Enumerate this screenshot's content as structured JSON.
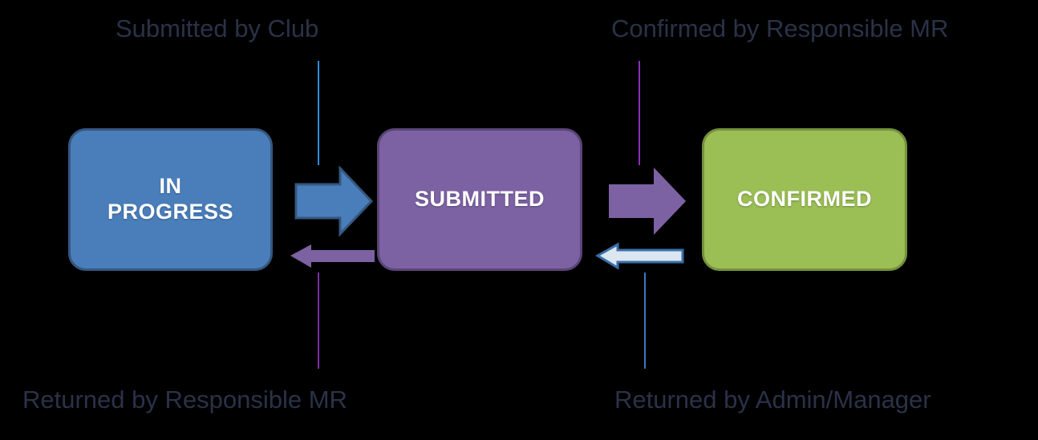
{
  "diagram": {
    "title": "Club submission workflow state diagram",
    "background_color": "#000000",
    "states": [
      {
        "id": "in-progress",
        "label": "IN\nPROGRESS",
        "label_line1": "IN",
        "label_line2": "PROGRESS",
        "fill": "#4A7EBB",
        "border": "#35577F",
        "text_color": "#FFFFFF"
      },
      {
        "id": "submitted",
        "label": "SUBMITTED",
        "fill": "#7C62A3",
        "border": "#5B4477",
        "text_color": "#FFFFFF"
      },
      {
        "id": "confirmed",
        "label": "CONFIRMED",
        "fill": "#9BBE55",
        "border": "#74913C",
        "text_color": "#FFFFFF"
      }
    ],
    "transitions": [
      {
        "id": "submitted-by-club",
        "caption": "Submitted by Club",
        "from": "in-progress",
        "to": "submitted",
        "direction": "right",
        "arrow_fill": "#4A7EBB",
        "arrow_border": "#35577F",
        "connector_color": "#2E8BE0",
        "caption_position": "top-left"
      },
      {
        "id": "confirmed-by-responsible-mr",
        "caption": "Confirmed by Responsible MR",
        "from": "submitted",
        "to": "confirmed",
        "direction": "right",
        "arrow_fill": "#7C62A3",
        "arrow_border": "#7C62A3",
        "connector_color": "#8B2FB8",
        "caption_position": "top-right"
      },
      {
        "id": "returned-by-responsible-mr",
        "caption": "Returned by Responsible MR",
        "from": "submitted",
        "to": "in-progress",
        "direction": "left",
        "arrow_fill": "#7C62A3",
        "arrow_border": "#7C62A3",
        "connector_color": "#7B2FA8",
        "caption_position": "bottom-left"
      },
      {
        "id": "returned-by-admin-manager",
        "caption": "Returned by Admin/Manager",
        "from": "confirmed",
        "to": "submitted",
        "direction": "left",
        "arrow_fill": "#DCE6F1",
        "arrow_border": "#3A6FA8",
        "connector_color": "#3A78C2",
        "caption_position": "bottom-right"
      }
    ],
    "caption_text_color": "#2A3247"
  }
}
